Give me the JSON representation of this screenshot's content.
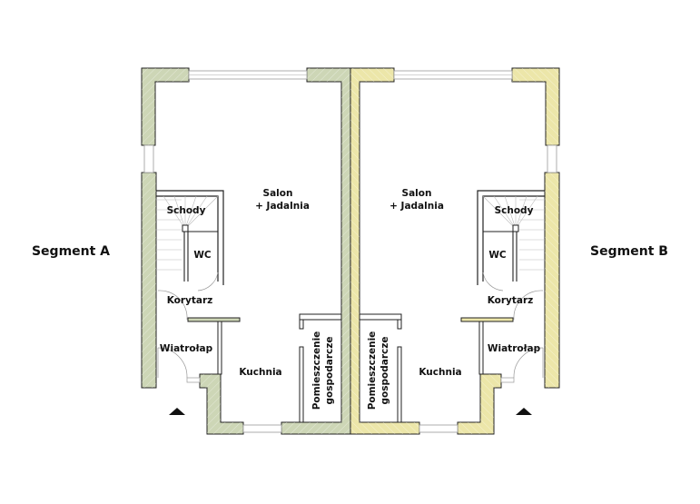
{
  "colors": {
    "segment_a_wall": "#cdd6b6",
    "segment_b_wall": "#ece6a9",
    "outline": "#222222"
  },
  "segments": [
    {
      "title": "Segment A",
      "rooms": {
        "salon": "Salon",
        "jadalnia": "+ Jadalnia",
        "schody": "Schody",
        "wc": "WC",
        "korytarz": "Korytarz",
        "wiatrolap": "Wiatrołap",
        "kuchnia": "Kuchnia",
        "pomieszczenie": "Pomieszczenie",
        "gospodarcze": "gospodarcze"
      }
    },
    {
      "title": "Segment B",
      "rooms": {
        "salon": "Salon",
        "jadalnia": "+ Jadalnia",
        "schody": "Schody",
        "wc": "WC",
        "korytarz": "Korytarz",
        "wiatrolap": "Wiatrołap",
        "kuchnia": "Kuchnia",
        "pomieszczenie": "Pomieszczenie",
        "gospodarcze": "gospodarcze"
      }
    }
  ],
  "icons": {
    "entrance": "entrance-arrow-icon"
  }
}
